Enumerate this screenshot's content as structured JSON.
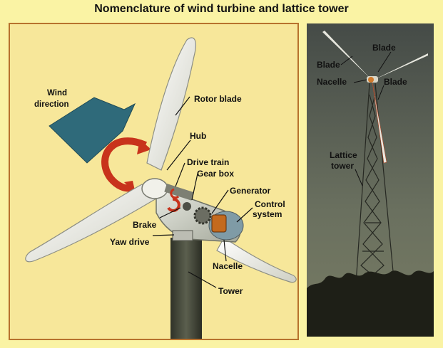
{
  "title": "Nomenclature of wind turbine and lattice  tower",
  "left_labels": {
    "wind_line1": "Wind",
    "wind_line2": "direction",
    "rotor_blade": "Rotor blade",
    "hub": "Hub",
    "drive_train": "Drive train",
    "gear_box": "Gear box",
    "generator": "Generator",
    "control_line1": "Control",
    "control_line2": "system",
    "brake": "Brake",
    "yaw_drive": "Yaw drive",
    "nacelle": "Nacelle",
    "tower": "Tower"
  },
  "right_labels": {
    "blade_top": "Blade",
    "blade_left": "Blade",
    "nacelle": "Nacelle",
    "blade_right": "Blade",
    "lattice_line1": "Lattice",
    "lattice_line2": "tower"
  },
  "colors": {
    "background": "#faf3a4",
    "panel_border": "#b7722d",
    "arrow_red": "#c8331c",
    "wind_arrow": "#2f6a7a"
  }
}
